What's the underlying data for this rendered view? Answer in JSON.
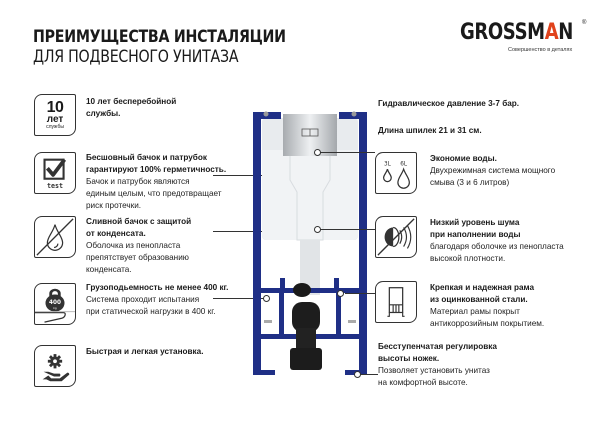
{
  "header": {
    "title_line1": "ПРЕИМУЩЕСТВА ИНСТАЛЯЦИИ",
    "title_line2": "ДЛЯ ПОДВЕСНОГО УНИТАЗА"
  },
  "logo": {
    "brand_prefix": "GROSSM",
    "brand_accent": "A",
    "brand_suffix": "N",
    "registered": "®",
    "tagline": "Совершенство в деталях",
    "accent_color": "#e0421c"
  },
  "colors": {
    "frame_blue": "#1f2f86",
    "text": "#1a1a1a",
    "icon_stroke": "#333333"
  },
  "left_features": [
    {
      "icon": "ten-years-service-icon",
      "icon_text_big": "10",
      "icon_text_mid": "лет",
      "icon_text_small": "службы",
      "heading_1": "10 лет бесперебойной",
      "heading_2": "службы.",
      "desc": []
    },
    {
      "icon": "test-checkmark-icon",
      "icon_text_small": "test",
      "heading_1": "Бесшовный бачок и патрубок",
      "heading_2": "гарантируют 100% герметичность.",
      "desc": [
        "Бачок и патрубок являются",
        "единым целым, что предотвращает",
        "риск протечки."
      ]
    },
    {
      "icon": "no-condensation-drop-icon",
      "heading_1": "Сливной бачок с защитой",
      "heading_2": "от конденсата.",
      "desc": [
        "Оболочка из пенопласта",
        "препятствует образованию",
        "конденсата."
      ]
    },
    {
      "icon": "kettlebell-weight-icon",
      "icon_text_big": "400",
      "icon_text_small": "kg",
      "heading_1": "Грузоподьемность не менее 400 кг.",
      "desc": [
        "Система проходит испытания",
        "при статической нагрузки в 400 кг."
      ]
    },
    {
      "icon": "gear-hand-icon",
      "heading_1": "Быстрая и легкая установка.",
      "desc": []
    }
  ],
  "right_specs": [
    "Гидравлическое давление 3-7 бар.",
    "Длина шпилек 21 и 31 см."
  ],
  "right_features": [
    {
      "icon": "water-drops-3l-6l-icon",
      "icon_label_a": "3L",
      "icon_label_b": "6L",
      "heading_1": "Экономие воды.",
      "desc": [
        "Двухрежимная система мощного",
        "смыва (3 и 6 литров)"
      ]
    },
    {
      "icon": "muted-speaker-icon",
      "heading_1": "Низкий уровень шума",
      "heading_2": "при наполнении воды",
      "desc": [
        "благодаря оболочке из пенопласта",
        "высокой плотности."
      ]
    },
    {
      "icon": "steel-frame-icon",
      "heading_1": "Крепкая и надежная рама",
      "heading_2": "из оцинкованной стали.",
      "desc": [
        "Материал рамы покрыт",
        "антикоррозийным покрытием."
      ]
    },
    {
      "heading_1": "Бесступенчатая регулировка",
      "heading_2": "высоты ножек.",
      "desc": [
        "Позволяет установить унитаз",
        "на комфортной высоте."
      ]
    }
  ]
}
